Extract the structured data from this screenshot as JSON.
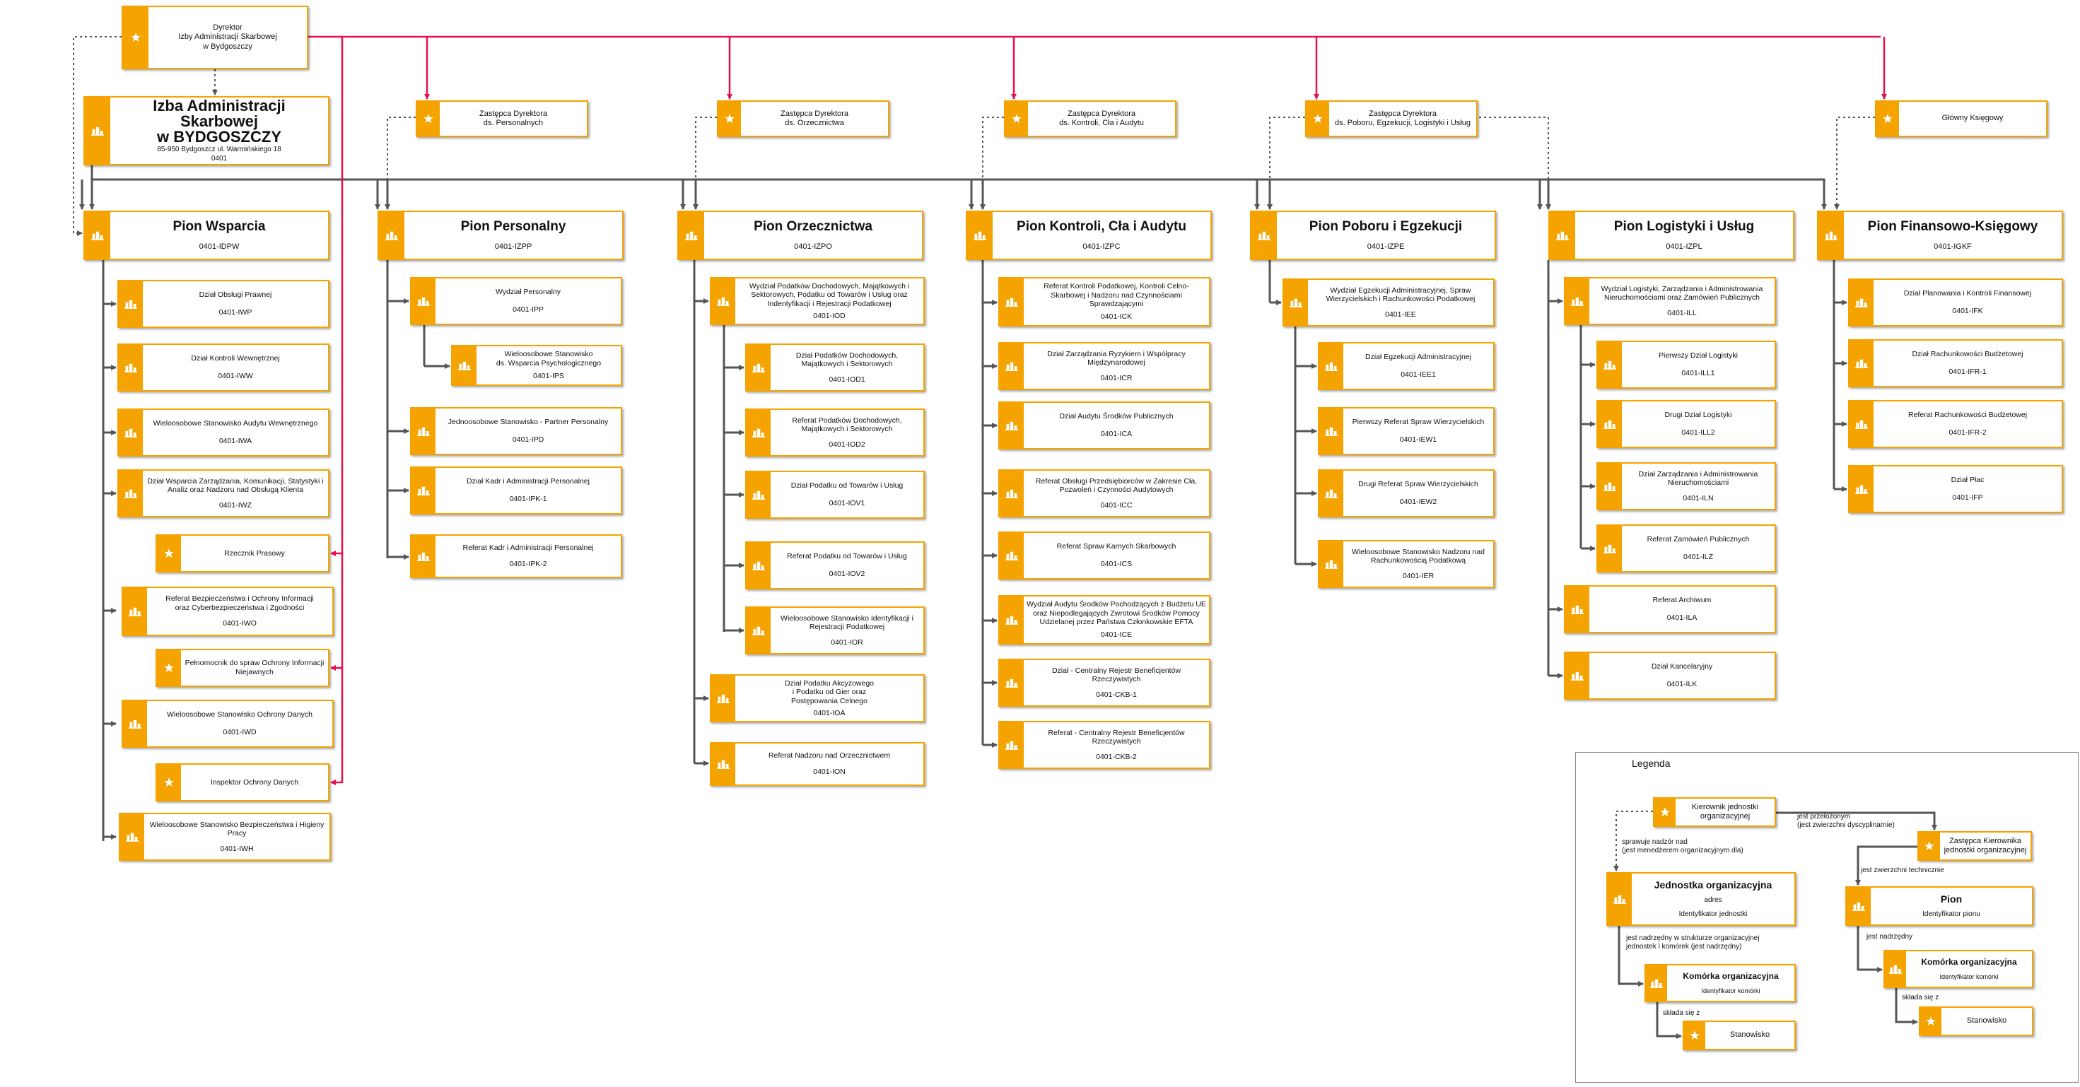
{
  "colors": {
    "accent": "#f5a300",
    "supervision_line": "#e8104a",
    "structure_line": "#555555"
  },
  "icons": {
    "position": "star-icon",
    "unit": "building-icon"
  },
  "director": {
    "label": "Dyrektor\nIzby Administracji Skarbowej\nw Bydgoszczy"
  },
  "root": {
    "name": "Izba Administracji Skarbowej\nw BYDGOSZCZY",
    "address": "85-950 Bydgoszcz ul. Warmińskiego 18",
    "code": "0401"
  },
  "deputies": [
    {
      "label": "Zastępca Dyrektora\nds. Personalnych"
    },
    {
      "label": "Zastępca Dyrektora\nds. Orzecznictwa"
    },
    {
      "label": "Zastępca Dyrektora\nds. Kontroli, Cła i Audytu"
    },
    {
      "label": "Zastępca Dyrektora\nds. Poboru, Egzekucji, Logistyki i Usług"
    },
    {
      "label": "Główny Księgowy"
    }
  ],
  "pions": [
    {
      "name": "Pion Wsparcia",
      "code": "0401-IDPW"
    },
    {
      "name": "Pion Personalny",
      "code": "0401-IZPP"
    },
    {
      "name": "Pion Orzecznictwa",
      "code": "0401-IZPO"
    },
    {
      "name": "Pion Kontroli, Cła i Audytu",
      "code": "0401-IZPC"
    },
    {
      "name": "Pion Poboru i Egzekucji",
      "code": "0401-IZPE"
    },
    {
      "name": "Pion Logistyki i Usług",
      "code": "0401-IZPL"
    },
    {
      "name": "Pion Finansowo-Księgowy",
      "code": "0401-IGKF"
    }
  ],
  "units": {
    "wsparcia": [
      {
        "name": "Dział Obsługi Prawnej",
        "code": "0401-IWP"
      },
      {
        "name": "Dział Kontroli Wewnętrznej",
        "code": "0401-IWW"
      },
      {
        "name": "Wieloosobowe Stanowisko Audytu Wewnętrznego",
        "code": "0401-IWA"
      },
      {
        "name": "Dział Wsparcia Zarządzania, Komunikacji, Statystyki i\nAnaliz oraz Nadzoru nad Obsługą Klienta",
        "code": "0401-IWZ"
      },
      {
        "name": "Rzecznik Prasowy",
        "code": ""
      },
      {
        "name": "Referat Bezpieczeństwa i Ochrony Informacji\noraz Cyberbezpieczeństwa i Zgodności",
        "code": "0401-IWO"
      },
      {
        "name": "Pełnomocnik do spraw Ochrony Informacji\nNiejawnych",
        "code": ""
      },
      {
        "name": "Wieloosobowe Stanowisko Ochrony Danych",
        "code": "0401-IWD"
      },
      {
        "name": "Inspektor Ochrony Danych",
        "code": ""
      },
      {
        "name": "Wieloosobowe Stanowisko Bezpieczeństwa i Higieny\nPracy",
        "code": "0401-IWH"
      }
    ],
    "personalny": [
      {
        "name": "Wydział Personalny",
        "code": "0401-IPP"
      },
      {
        "name": "Wieloosobowe Stanowisko\nds. Wsparcia Psychologicznego",
        "code": "0401-IPS"
      },
      {
        "name": "Jednoosobowe Stanowisko - Partner Personalny",
        "code": "0401-IPD"
      },
      {
        "name": "Dział Kadr i Administracji Personalnej",
        "code": "0401-IPK-1"
      },
      {
        "name": "Referat Kadr i Administracji Personalnej",
        "code": "0401-IPK-2"
      }
    ],
    "orzecznictwa": [
      {
        "name": "Wydział Podatków Dochodowych, Majątkowych i\nSektorowych, Podatku od Towarów i Usług oraz\nIndentyfikacji i Rejestracji Podatkowej",
        "code": "0401-IOD"
      },
      {
        "name": "Dział Podatków Dochodowych,\nMajątkowych i Sektorowych",
        "code": "0401-IOD1"
      },
      {
        "name": "Referat Podatków Dochodowych,\nMajątkowych i Sektorowych",
        "code": "0401-IOD2"
      },
      {
        "name": "Dział Podatku od Towarów i Usług",
        "code": "0401-IOV1"
      },
      {
        "name": "Referat Podatku od Towarów i Usług",
        "code": "0401-IOV2"
      },
      {
        "name": "Wieloosobowe Stanowisko Identyfikacji i\nRejestracji Podatkowej",
        "code": "0401-IOR"
      },
      {
        "name": "Dział Podatku Akcyzowego\ni Podatku od Gier oraz\nPostępowania Celnego",
        "code": "0401-IOA"
      },
      {
        "name": "Referat Nadzoru nad Orzecznictwem",
        "code": "0401-ION"
      }
    ],
    "kontroli": [
      {
        "name": "Referat Kontroli Podatkowej, Kontroli Celno-\nSkarbowej i Nadzoru nad Czynnościami\nSprawdzającymi",
        "code": "0401-ICK"
      },
      {
        "name": "Dział Zarządzania Ryzykiem i Współpracy\nMiędzynarodowej",
        "code": "0401-ICR"
      },
      {
        "name": "Dział Audytu Środków Publicznych",
        "code": "0401-ICA"
      },
      {
        "name": "Referat Obsługi Przedsiębiorców w Zakresie Cła,\nPozwoleń i Czynności Audytowych",
        "code": "0401-ICC"
      },
      {
        "name": "Referat Spraw Karnych Skarbowych",
        "code": "0401-ICS"
      },
      {
        "name": "Wydział Audytu Środków Pochodzących z Budżetu UE\noraz Niepodlegających Zwrotowi Środków Pomocy\nUdzielanej przez Państwa Członkowskie EFTA",
        "code": "0401-ICE"
      },
      {
        "name": "Dział - Centralny Rejestr Beneficjentów\nRzeczywistych",
        "code": "0401-CKB-1"
      },
      {
        "name": "Referat - Centralny Rejestr Beneficjentów\nRzeczywistych",
        "code": "0401-CKB-2"
      }
    ],
    "poboru": [
      {
        "name": "Wydział Egzekucji Administracyjnej, Spraw\nWierzycielskich i Rachunkowości Podatkowej",
        "code": "0401-IEE"
      },
      {
        "name": "Dział Egzekucji Administracyjnej",
        "code": "0401-IEE1"
      },
      {
        "name": "Pierwszy Referat Spraw Wierzycielskich",
        "code": "0401-IEW1"
      },
      {
        "name": "Drugi Referat Spraw Wierzycielskich",
        "code": "0401-IEW2"
      },
      {
        "name": "Wieloosobowe Stanowisko Nadzoru nad\nRachunkowością Podatkową",
        "code": "0401-IER"
      }
    ],
    "logistyki": [
      {
        "name": "Wydział Logistyki, Zarządzania i Administrowania\nNieruchomościami oraz Zamówień Publicznych",
        "code": "0401-ILL"
      },
      {
        "name": "Pierwszy Dział Logistyki",
        "code": "0401-ILL1"
      },
      {
        "name": "Drugi Dział Logistyki",
        "code": "0401-ILL2"
      },
      {
        "name": "Dział Zarządzania i Administrowania\nNieruchomościami",
        "code": "0401-ILN"
      },
      {
        "name": "Referat Zamówień Publicznych",
        "code": "0401-ILZ"
      },
      {
        "name": "Referat Archiwum",
        "code": "0401-ILA"
      },
      {
        "name": "Dział Kancelaryjny",
        "code": "0401-ILK"
      }
    ],
    "finansowy": [
      {
        "name": "Dział Planowania i Kontroli Finansowej",
        "code": "0401-IFK"
      },
      {
        "name": "Dział Rachunkowości Budżetowej",
        "code": "0401-IFR-1"
      },
      {
        "name": "Referat Rachunkowości Budżetowej",
        "code": "0401-IFR-2"
      },
      {
        "name": "Dział Płac",
        "code": "0401-IFP"
      }
    ]
  },
  "legend": {
    "title": "Legenda",
    "head": "Kierownik jednostki\norganizacyjnej",
    "deputy": "Zastępca Kierownika\njednostki organizacyjnej",
    "unit_name": "Jednostka organizacyjna",
    "unit_addr": "adres",
    "unit_id": "Identyfikator jednostki",
    "pion_name": "Pion",
    "pion_id": "Identyfikator pionu",
    "cell_name": "Komórka organizacyjna",
    "cell_id": "Identyfikator komórki",
    "position": "Stanowisko",
    "labels": {
      "supervisor": "jest przełożonym\n(jest zwierzchni dyscyplinarnie)",
      "oversight": "sprawuje nadzór nad\n(jest menedżerem organizacyjnym dla)",
      "technical": "jest zwierzchni technicznie",
      "parent_struct": "jest nadrzędny w strukturze organizacyjnej\njednostek i komórek (jest nadrzędny)",
      "parent": "jest nadrzędny",
      "consists_left": "składa się z",
      "consists_right": "składa się z"
    }
  }
}
